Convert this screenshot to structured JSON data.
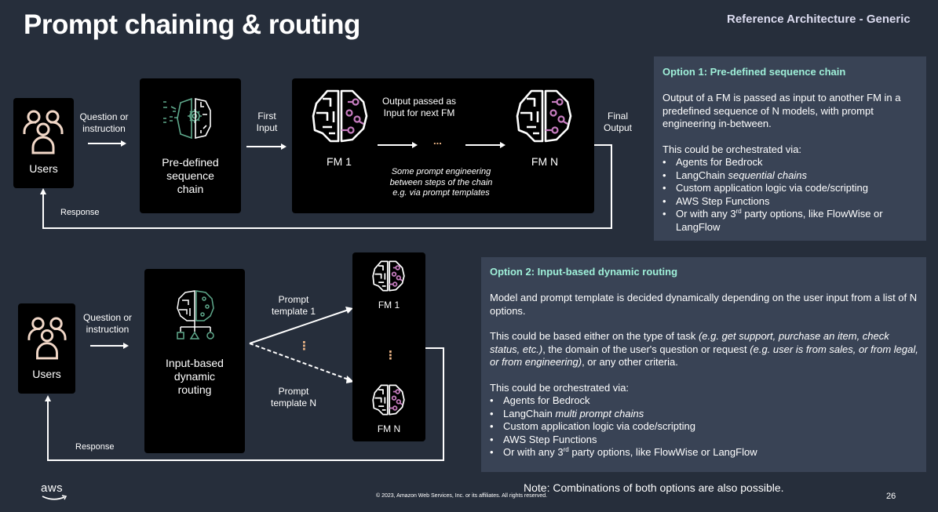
{
  "header": {
    "title": "Prompt chaining & routing",
    "subtitle": "Reference Architecture - Generic"
  },
  "option1_diagram": {
    "users_label": "Users",
    "question_label": "Question or instruction",
    "chain_box_label": "Pre-defined sequence chain",
    "first_input_label": "First Input",
    "fm1_label": "FM 1",
    "fmn_label": "FM N",
    "output_passed_label": "Output passed as Input for next FM",
    "ellipsis": "...",
    "prompt_engineering_note": "Some prompt engineering between steps of the chain e.g. via prompt templates",
    "final_output_label": "Final Output",
    "response_label": "Response"
  },
  "option1_panel": {
    "heading": "Option 1: Pre-defined sequence chain",
    "description": "Output of a FM is passed as input to another FM in a predefined sequence of N models, with prompt engineering in-between.",
    "orchestration_intro": "This could be orchestrated via:",
    "items": [
      {
        "text": "Agents for Bedrock"
      },
      {
        "text": "LangChain ",
        "italic": "sequential chains"
      },
      {
        "text": "Custom application logic via code/scripting"
      },
      {
        "text": "AWS Step Functions"
      },
      {
        "pre": "Or with any 3",
        "sup": "rd",
        "post": " party options, like FlowWise or LangFlow"
      }
    ]
  },
  "option2_diagram": {
    "users_label": "Users",
    "question_label": "Question or instruction",
    "routing_box_label": "Input-based dynamic routing",
    "prompt_template_1": "Prompt template 1",
    "prompt_template_n": "Prompt template N",
    "fm1_label": "FM 1",
    "fmn_label": "FM N",
    "vertical_ellipsis": "⋮",
    "response_label": "Response"
  },
  "option2_panel": {
    "heading": "Option 2: Input-based dynamic routing",
    "description": "Model and prompt template is decided dynamically depending on the user input from a list of N options.",
    "criteria": {
      "p1": "This could be based either on the type of task ",
      "i1": "(e.g. get support, purchase an item, check status, etc.)",
      "p2": ", the domain of the user's question or request ",
      "i2": "(e.g. user is from sales, or from legal, or from engineering)",
      "p3": ", or any other criteria."
    },
    "orchestration_intro": "This could be orchestrated via:",
    "items": [
      {
        "text": "Agents for Bedrock"
      },
      {
        "text": "LangChain ",
        "italic": "multi prompt chains"
      },
      {
        "text": "Custom application logic via code/scripting"
      },
      {
        "text": "AWS Step Functions"
      },
      {
        "pre": "Or with any 3",
        "sup": "rd",
        "post": " party options, like FlowWise or LangFlow"
      }
    ]
  },
  "footer": {
    "note": "Note: Combinations of both options are also possible.",
    "copyright": "© 2023, Amazon Web Services, Inc. or its affiliates. All rights reserved.",
    "page_number": "26",
    "logo_text": "aws"
  },
  "colors": {
    "background": "#262e3b",
    "panel": "#394355",
    "heading_accent": "#9ff0d9",
    "icon_green": "#5fa98c",
    "icon_pink": "#c77dc0",
    "users_icon": "#f2d8c8",
    "ellipsis_orange": "#f0b888"
  }
}
